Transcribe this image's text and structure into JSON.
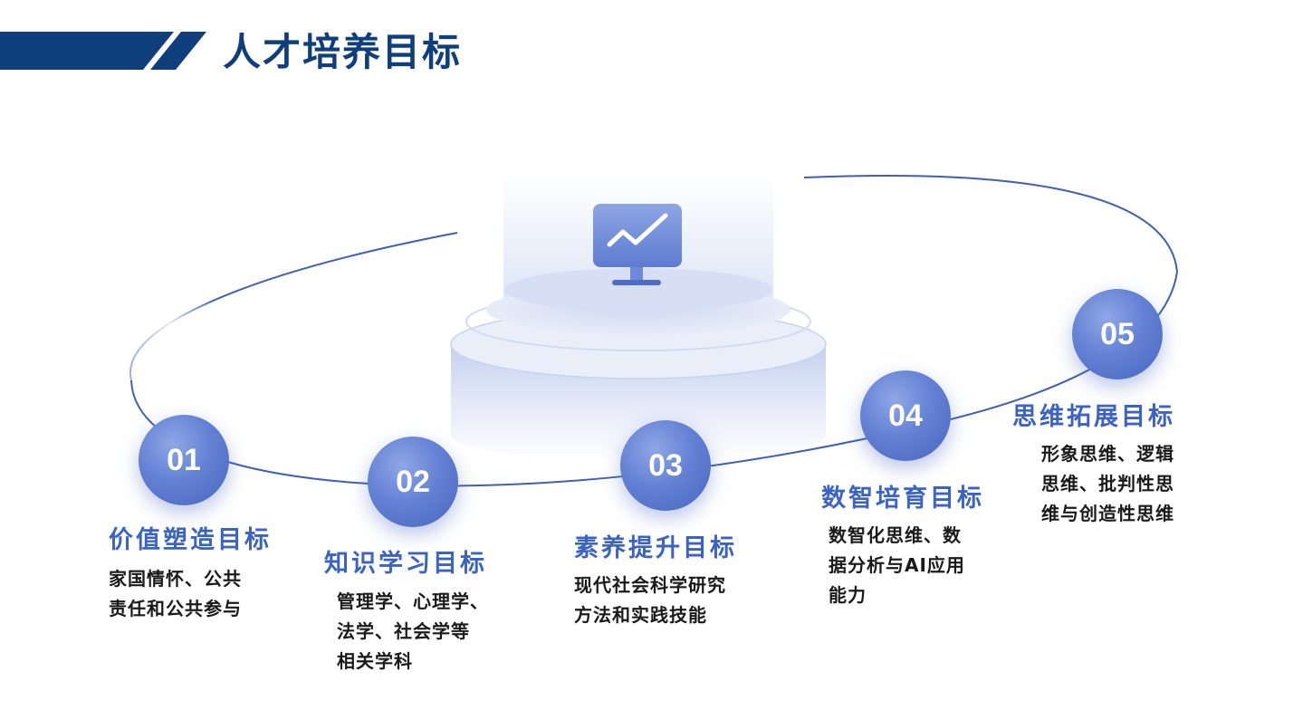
{
  "page": {
    "title": "人才培养目标"
  },
  "colors": {
    "title": "#0e3f7c",
    "accent": "#3b63c4",
    "node": "#5b78cf",
    "text": "#1a1a1a"
  },
  "icons": {
    "center": "monitor-chart-icon"
  },
  "goals": [
    {
      "number": "01",
      "title": "价值塑造目标",
      "lines": [
        "家国情怀、公共",
        "责任和公共参与"
      ]
    },
    {
      "number": "02",
      "title": "知识学习目标",
      "lines": [
        "管理学、心理学、",
        "法学、社会学等",
        "相关学科"
      ]
    },
    {
      "number": "03",
      "title": "素养提升目标",
      "lines": [
        "现代社会科学研究",
        "方法和实践技能"
      ]
    },
    {
      "number": "04",
      "title": "数智培育目标",
      "lines": [
        "数智化思维、数",
        "据分析与AI应用",
        "能力"
      ]
    },
    {
      "number": "05",
      "title": "思维拓展目标",
      "lines": [
        "形象思维、逻辑",
        "思维、批判性思",
        "维与创造性思维"
      ]
    }
  ]
}
